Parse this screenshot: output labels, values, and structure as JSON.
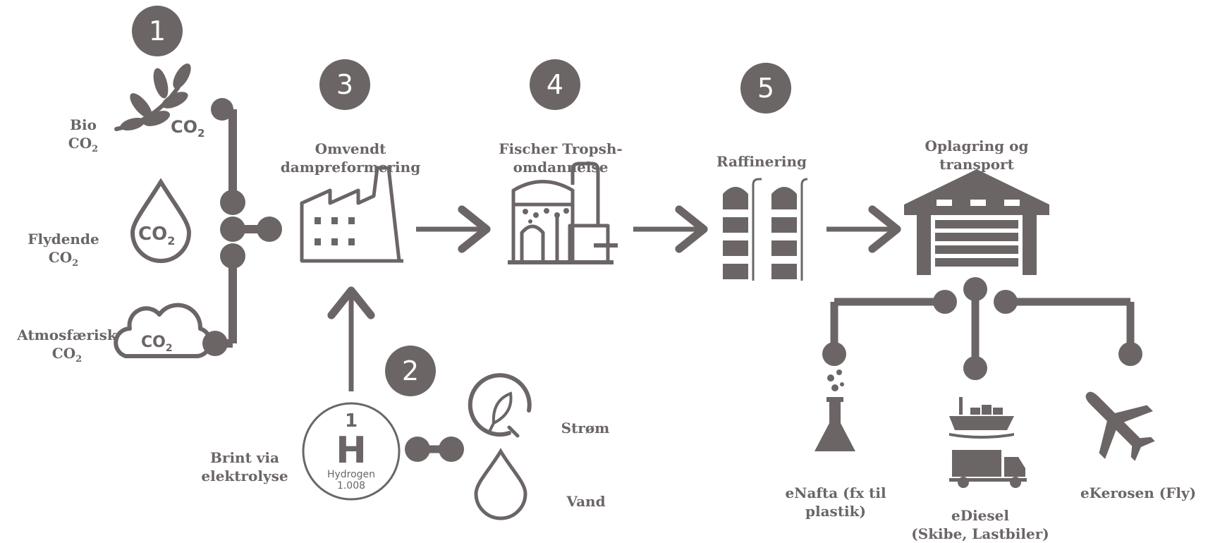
{
  "steps": {
    "s1": "1",
    "s2": "2",
    "s3": "3",
    "s4": "4",
    "s5": "5"
  },
  "sources": {
    "bio_line1": "Bio",
    "bio_line2": "CO",
    "bio_sub": "2",
    "bio_icon_text": "CO",
    "bio_icon_sub": "2",
    "liquid_line1": "Flydende",
    "liquid_line2": "CO",
    "liquid_sub": "2",
    "liquid_icon_text": "CO",
    "liquid_icon_sub": "2",
    "atmos_line1": "Atmosfærisk",
    "atmos_line2": "CO",
    "atmos_sub": "2",
    "atmos_icon_text": "CO",
    "atmos_icon_sub": "2"
  },
  "process": {
    "reverse_steam_line1": "Omvendt",
    "reverse_steam_line2": "dampreformering",
    "fischer_line1": "Fischer Tropsh-",
    "fischer_line2": "omdannelse",
    "refining": "Raffinering",
    "storage_line1": "Oplagring og",
    "storage_line2": "transport"
  },
  "hydrogen": {
    "label_line1": "Brint via",
    "label_line2": "elektrolyse",
    "atomic_number": "1",
    "symbol": "H",
    "name": "Hydrogen",
    "mass": "1.008"
  },
  "inputs": {
    "power": "Strøm",
    "water": "Vand"
  },
  "products": {
    "enafta_line1": "eNafta (fx til",
    "enafta_line2": "plastik)",
    "ediesel_line1": "eDiesel",
    "ediesel_line2": "(Skibe, Lastbiler)",
    "ekerosen": "eKerosen (Fly)"
  },
  "colors": {
    "main": "#6b6566",
    "background": "#ffffff"
  }
}
